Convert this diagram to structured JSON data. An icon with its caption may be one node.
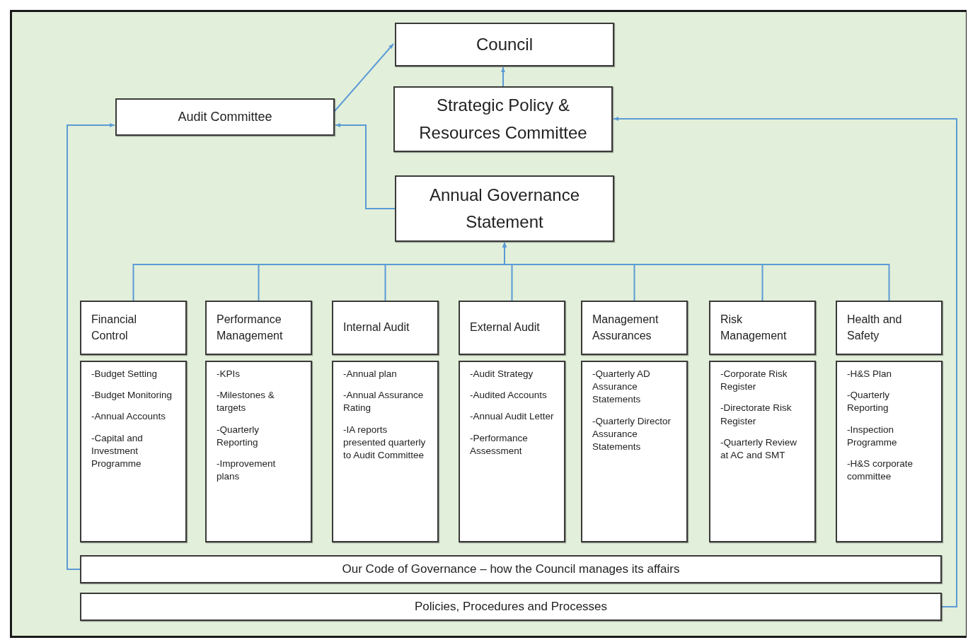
{
  "diagram": {
    "nodes": [
      {
        "text": [
          "Council"
        ]
      },
      {
        "text": [
          "Strategic Policy & Resources Committee"
        ]
      },
      {
        "text": [
          "Audit Committee"
        ]
      },
      {
        "text": [
          "Annual Governance Statement"
        ]
      },
      {
        "text": [
          "Financial Control"
        ]
      },
      {
        "text": [
          "Performance Management"
        ]
      },
      {
        "text": [
          "Internal Audit"
        ]
      },
      {
        "text": [
          "External Audit"
        ]
      },
      {
        "text": [
          "Management Assurances"
        ]
      },
      {
        "text": [
          "Risk Management"
        ]
      },
      {
        "text": [
          "Health and Safety"
        ]
      },
      {
        "text": [
          "-Budget Setting",
          "-Budget Monitoring",
          "-Annual Accounts",
          "-Capital and Investment Programme"
        ]
      },
      {
        "text": [
          "-KPIs",
          "-Milestones & targets",
          "-Quarterly Reporting",
          "-Improvement plans"
        ]
      },
      {
        "text": [
          "-Annual plan",
          "-Annual Assurance Rating",
          "-IA reports presented quarterly to Audit Committee"
        ]
      },
      {
        "text": [
          "-Audit Strategy",
          "-Audited Accounts",
          "-Annual Audit Letter",
          "-Performance Assessment"
        ]
      },
      {
        "text": [
          "-Quarterly AD Assurance Statements",
          "-Quarterly Director Assurance Statements"
        ]
      },
      {
        "text": [
          "-Corporate Risk Register",
          "-Directorate Risk Register",
          "-Quarterly Review at AC and SMT"
        ]
      },
      {
        "text": [
          "-H&S Plan",
          "-Quarterly Reporting",
          "-Inspection Programme",
          "-H&S corporate committee"
        ]
      },
      {
        "text": [
          "Our Code of Governance – how the Council manages its affairs"
        ]
      },
      {
        "text": [
          "Policies, Procedures and Processes"
        ]
      }
    ],
    "edges": [
      {
        "from": 2,
        "to": 0,
        "arrow": "to"
      },
      {
        "from": 1,
        "to": 0,
        "arrow": "to"
      },
      {
        "from": 3,
        "to": 2,
        "arrow": "to"
      },
      {
        "from": 4,
        "to": 3,
        "arrow": "to"
      },
      {
        "from": 5,
        "to": 3,
        "arrow": "to"
      },
      {
        "from": 6,
        "to": 3,
        "arrow": "to"
      },
      {
        "from": 7,
        "to": 3,
        "arrow": "to"
      },
      {
        "from": 8,
        "to": 3,
        "arrow": "to"
      },
      {
        "from": 9,
        "to": 3,
        "arrow": "to"
      },
      {
        "from": 10,
        "to": 3,
        "arrow": "to"
      },
      {
        "from": 18,
        "to": 2,
        "arrow": "to"
      },
      {
        "from": 19,
        "to": 1,
        "arrow": "to"
      }
    ]
  }
}
